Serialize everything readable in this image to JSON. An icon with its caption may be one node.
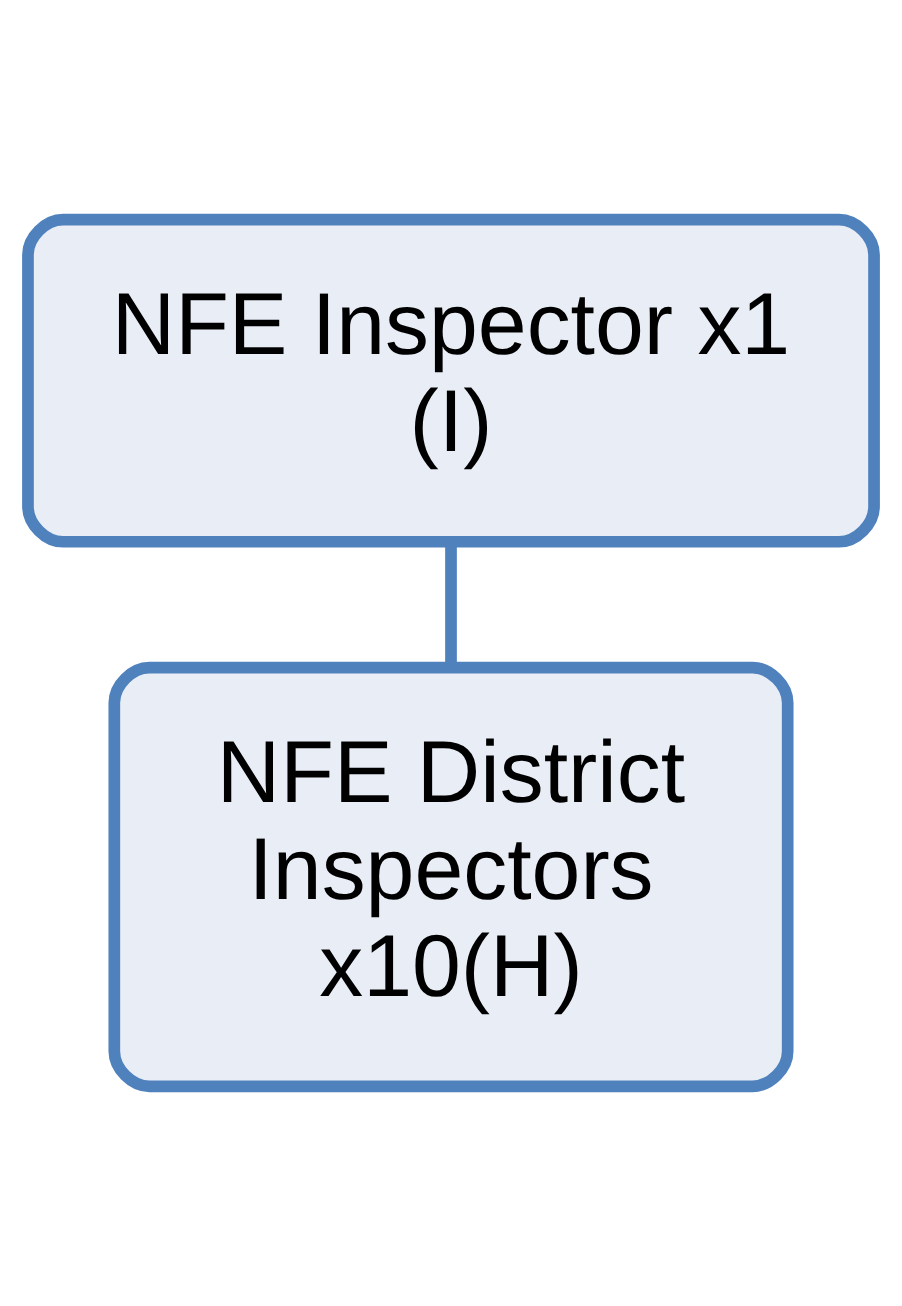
{
  "diagram": {
    "nodes": [
      {
        "text": [
          "NFE Inspector x1 (I)"
        ]
      },
      {
        "text": [
          "NFE District Inspectors x10(H)"
        ]
      }
    ],
    "edges": [
      {
        "from": 0,
        "to": 1,
        "arrow": "none"
      }
    ]
  }
}
